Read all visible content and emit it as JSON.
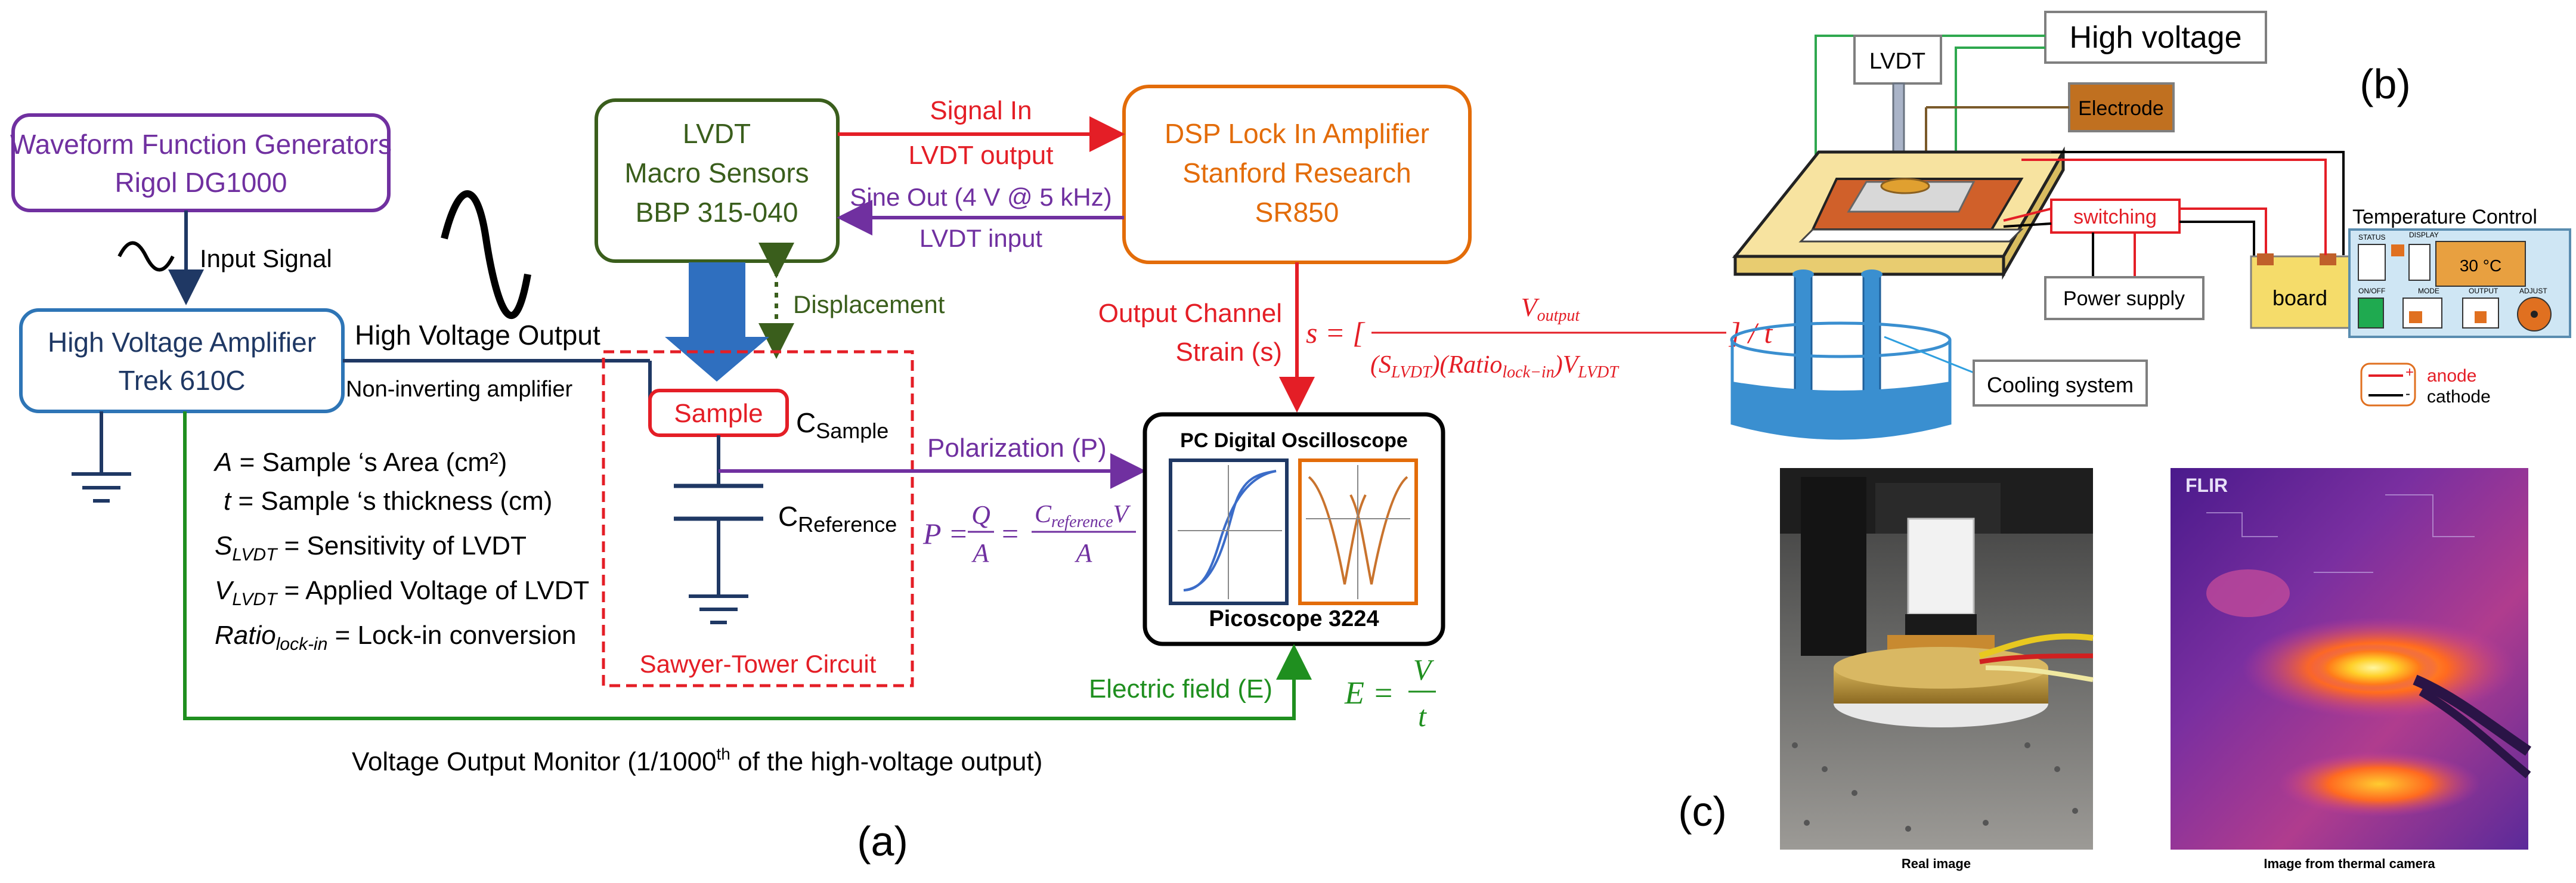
{
  "panel_a": {
    "label": "(a)",
    "waveform_gen": {
      "line1": "Waveform Function Generators",
      "line2": "Rigol DG1000"
    },
    "input_signal": "Input Signal",
    "hv_amp": {
      "line1": "High Voltage Amplifier",
      "line2": "Trek 610C"
    },
    "hv_output": "High Voltage Output",
    "non_inverting": "Non-inverting amplifier",
    "lvdt_box": {
      "line1": "LVDT",
      "line2": "Macro Sensors",
      "line3": "BBP 315-040"
    },
    "signal_in": {
      "line1": "Signal In",
      "line2": "LVDT output"
    },
    "sine_out": {
      "line1": "Sine Out (4 V @ 5 kHz)",
      "line2": "LVDT input"
    },
    "lockin": {
      "line1": "DSP Lock In Amplifier",
      "line2": "Stanford Research",
      "line3": "SR850"
    },
    "displacement": "Displacement",
    "output_channel": {
      "line1": "Output Channel",
      "line2": "Strain (s)"
    },
    "strain_formula": {
      "lhs": "s = [",
      "num": "V",
      "num_sub": "output",
      "den": "(S",
      "den_s_sub": "LVDT",
      "den_mid": ")(Ratio",
      "den_r_sub": "lock−in",
      "den_end": ")V",
      "den_v_sub": "LVDT",
      "rhs": "] / t"
    },
    "sample": "Sample",
    "c_sample": {
      "main": "C",
      "sub": "Sample"
    },
    "c_reference": {
      "main": "C",
      "sub": "Reference"
    },
    "polarization": "Polarization (P)",
    "p_formula": {
      "lhs": "P =",
      "q": "Q",
      "a": "A",
      "eq": "=",
      "cref": "C",
      "cref_sub": "reference",
      "v": "V",
      "a2": "A"
    },
    "oscilloscope_title": "PC Digital Oscilloscope",
    "oscilloscope_model": "Picoscope 3224",
    "sawyer_tower": "Sawyer-Tower Circuit",
    "electric_field": "Electric field (E)",
    "e_formula": {
      "lhs": "E =",
      "num": "V",
      "den": "t"
    },
    "defs": [
      {
        "sym": "A",
        "sub": "",
        "text": " = Sample ‘s  Area (cm²)"
      },
      {
        "sym": "t",
        "sub": "",
        "text": " = Sample ‘s  thickness (cm)"
      },
      {
        "sym": "S",
        "sub": "LVDT",
        "text": " = Sensitivity of LVDT"
      },
      {
        "sym": "V",
        "sub": "LVDT",
        "text": " = Applied Voltage of LVDT"
      },
      {
        "sym": "Ratio",
        "sub": "lock-in",
        "text": " = Lock-in conversion"
      }
    ],
    "monitor": {
      "pre": "Voltage Output Monitor (1/1000",
      "sup": "th",
      "post": " of the high-voltage output)"
    }
  },
  "panel_b": {
    "label": "(b)",
    "high_voltage": "High voltage",
    "lvdt": "LVDT",
    "electrode": "Electrode",
    "switching": "switching",
    "power_supply": "Power supply",
    "board": "board",
    "temp_control": "Temperature Control",
    "temp_value": "30 °C",
    "cooling_system": "Cooling system",
    "legend_anode": "anode",
    "legend_cathode": "cathode",
    "plus": "+",
    "minus": "-",
    "ctrl_labels": [
      "STATUS",
      "DISPLAY",
      "ON/OFF",
      "MODE",
      "OUTPUT",
      "ADJUST"
    ]
  },
  "panel_c": {
    "label": "(c)",
    "flir": "FLIR",
    "real_caption": "Real image",
    "thermal_caption": "Image from thermal camera"
  },
  "colors": {
    "purple": "#7030a0",
    "navy": "#1f3864",
    "green": "#3a5e1c",
    "orange": "#e36c09",
    "red": "#e41e26",
    "blue": "#2f6fbf",
    "dark_green": "#1f8f1f"
  }
}
